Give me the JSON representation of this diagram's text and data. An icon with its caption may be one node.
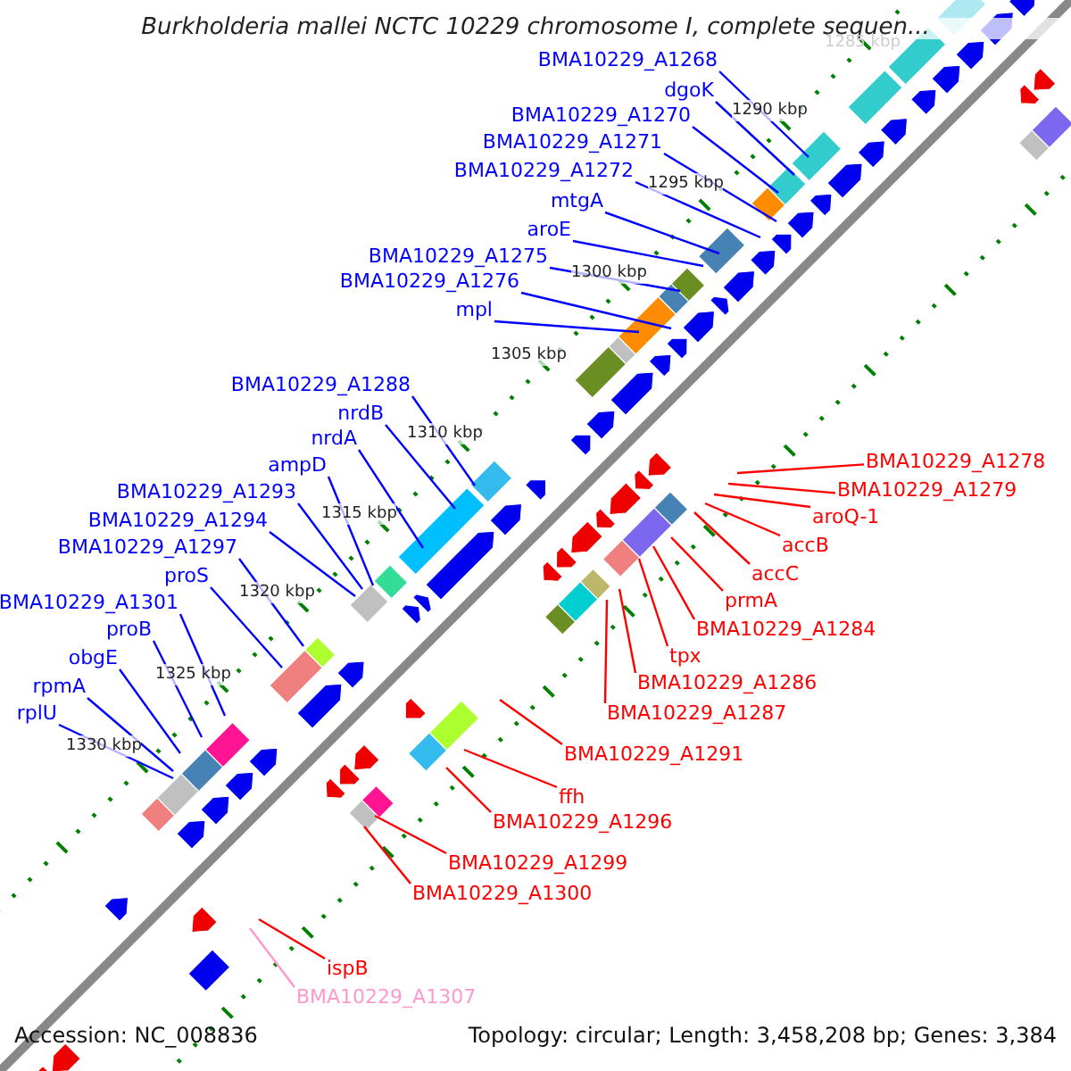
{
  "diagram": {
    "title": "Burkholderia mallei NCTC 10229 chromosome I, complete sequen...",
    "nodes": [
      {
        "text": [
          "BMA10229_A1268"
        ]
      },
      {
        "text": [
          "dgoK"
        ]
      },
      {
        "text": [
          "BMA10229_A1270"
        ]
      },
      {
        "text": [
          "BMA10229_A1271"
        ]
      },
      {
        "text": [
          "BMA10229_A1272"
        ]
      },
      {
        "text": [
          "mtgA"
        ]
      },
      {
        "text": [
          "aroE"
        ]
      },
      {
        "text": [
          "BMA10229_A1275"
        ]
      },
      {
        "text": [
          "BMA10229_A1276"
        ]
      },
      {
        "text": [
          "mpl"
        ]
      },
      {
        "text": [
          "BMA10229_A1288"
        ]
      },
      {
        "text": [
          "nrdB"
        ]
      },
      {
        "text": [
          "nrdA"
        ]
      },
      {
        "text": [
          "ampD"
        ]
      },
      {
        "text": [
          "BMA10229_A1293"
        ]
      },
      {
        "text": [
          "BMA10229_A1294"
        ]
      },
      {
        "text": [
          "BMA10229_A1297"
        ]
      },
      {
        "text": [
          "proS"
        ]
      },
      {
        "text": [
          "BMA10229_A1301"
        ]
      },
      {
        "text": [
          "proB"
        ]
      },
      {
        "text": [
          "obgE"
        ]
      },
      {
        "text": [
          "rpmA"
        ]
      },
      {
        "text": [
          "rplU"
        ]
      },
      {
        "text": [
          "BMA10229_A1278"
        ]
      },
      {
        "text": [
          "BMA10229_A1279"
        ]
      },
      {
        "text": [
          "aroQ-1"
        ]
      },
      {
        "text": [
          "accB"
        ]
      },
      {
        "text": [
          "accC"
        ]
      },
      {
        "text": [
          "prmA"
        ]
      },
      {
        "text": [
          "BMA10229_A1284"
        ]
      },
      {
        "text": [
          "tpx"
        ]
      },
      {
        "text": [
          "BMA10229_A1286"
        ]
      },
      {
        "text": [
          "BMA10229_A1287"
        ]
      },
      {
        "text": [
          "BMA10229_A1291"
        ]
      },
      {
        "text": [
          "ffh"
        ]
      },
      {
        "text": [
          "BMA10229_A1296"
        ]
      },
      {
        "text": [
          "BMA10229_A1299"
        ]
      },
      {
        "text": [
          "BMA10229_A1300"
        ]
      },
      {
        "text": [
          "ispB"
        ]
      },
      {
        "text": [
          "BMA10229_A1307"
        ]
      }
    ],
    "edges": [
      {
        "from": 0,
        "to": null,
        "arrow": "none"
      },
      {
        "from": 1,
        "to": null,
        "arrow": "none"
      },
      {
        "from": 2,
        "to": null,
        "arrow": "none"
      },
      {
        "from": 3,
        "to": null,
        "arrow": "none"
      },
      {
        "from": 4,
        "to": null,
        "arrow": "none"
      },
      {
        "from": 5,
        "to": null,
        "arrow": "none"
      },
      {
        "from": 6,
        "to": null,
        "arrow": "none"
      },
      {
        "from": 7,
        "to": null,
        "arrow": "none"
      },
      {
        "from": 8,
        "to": null,
        "arrow": "none"
      },
      {
        "from": 9,
        "to": null,
        "arrow": "none"
      },
      {
        "from": 10,
        "to": null,
        "arrow": "none"
      },
      {
        "from": 11,
        "to": null,
        "arrow": "none"
      },
      {
        "from": 12,
        "to": null,
        "arrow": "none"
      },
      {
        "from": 13,
        "to": null,
        "arrow": "none"
      },
      {
        "from": 14,
        "to": null,
        "arrow": "none"
      },
      {
        "from": 15,
        "to": null,
        "arrow": "none"
      },
      {
        "from": 16,
        "to": null,
        "arrow": "none"
      },
      {
        "from": 17,
        "to": null,
        "arrow": "none"
      },
      {
        "from": 18,
        "to": null,
        "arrow": "none"
      },
      {
        "from": 19,
        "to": null,
        "arrow": "none"
      },
      {
        "from": 20,
        "to": null,
        "arrow": "none"
      },
      {
        "from": 21,
        "to": null,
        "arrow": "none"
      },
      {
        "from": 22,
        "to": null,
        "arrow": "none"
      },
      {
        "from": 23,
        "to": null,
        "arrow": "none",
        "color": "#ff0000"
      },
      {
        "from": 24,
        "to": null,
        "arrow": "none",
        "color": "#ff0000"
      },
      {
        "from": 25,
        "to": null,
        "arrow": "none",
        "color": "#ff0000"
      },
      {
        "from": 26,
        "to": null,
        "arrow": "none",
        "color": "#ff0000"
      },
      {
        "from": 27,
        "to": null,
        "arrow": "none",
        "color": "#ff0000"
      },
      {
        "from": 28,
        "to": null,
        "arrow": "none",
        "color": "#ff0000"
      },
      {
        "from": 29,
        "to": null,
        "arrow": "none",
        "color": "#ff0000"
      },
      {
        "from": 30,
        "to": null,
        "arrow": "none",
        "color": "#ff0000"
      },
      {
        "from": 31,
        "to": null,
        "arrow": "none",
        "color": "#ff0000"
      },
      {
        "from": 32,
        "to": null,
        "arrow": "none",
        "color": "#ff0000"
      },
      {
        "from": 33,
        "to": null,
        "arrow": "none",
        "color": "#ff0000"
      },
      {
        "from": 34,
        "to": null,
        "arrow": "none",
        "color": "#ff0000"
      },
      {
        "from": 35,
        "to": null,
        "arrow": "none",
        "color": "#ff0000"
      },
      {
        "from": 36,
        "to": null,
        "arrow": "none",
        "color": "#ff0000"
      },
      {
        "from": 37,
        "to": null,
        "arrow": "none",
        "color": "#ff0000"
      },
      {
        "from": 38,
        "to": null,
        "arrow": "none",
        "color": "#ff0000"
      },
      {
        "from": 39,
        "to": null,
        "arrow": "none",
        "color": "#ff99cc"
      }
    ],
    "labels": [
      "1285 kbp",
      "1290 kbp",
      "1295 kbp",
      "1300 kbp",
      "1305 kbp",
      "1310 kbp",
      "1315 kbp",
      "1320 kbp",
      "1325 kbp",
      "1330 kbp",
      "Accession: NC_008836",
      "Topology: circular; Length: 3,458,208 bp; Genes: 3,384"
    ]
  }
}
